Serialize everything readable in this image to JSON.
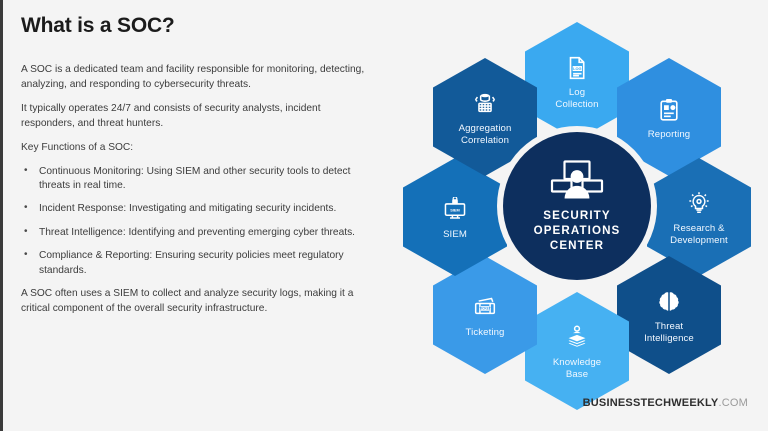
{
  "page": {
    "background": "#f4f4f4",
    "title": "What is a SOC?"
  },
  "article": {
    "paragraphs": [
      "A SOC is a dedicated team and facility responsible for monitoring, detecting, analyzing, and responding to cybersecurity threats.",
      "It typically operates 24/7 and consists of security analysts, incident responders, and threat hunters."
    ],
    "key_functions_heading": "Key Functions of a SOC:",
    "key_functions": [
      "Continuous Monitoring: Using SIEM and other security tools to detect threats in real time.",
      "Incident Response: Investigating and mitigating security incidents.",
      "Threat Intelligence: Identifying and preventing emerging cyber threats.",
      "Compliance & Reporting: Ensuring security policies meet regulatory standards."
    ],
    "closing_paragraph": "A SOC often uses a SIEM to collect and analyze security logs, making it a critical component of the overall security infrastructure."
  },
  "diagram": {
    "center": {
      "label": "SECURITY OPERATIONS CENTER",
      "line1": "SECURITY",
      "line2": "OPERATIONS",
      "line3": "CENTER",
      "icon": "analyst-at-monitors-icon",
      "color": "#0d2f5e"
    },
    "nodes": [
      {
        "id": "log-collection",
        "label_line1": "Log",
        "label_line2": "Collection",
        "icon": "log-document-icon",
        "color": "#3aa9f0",
        "position": "top"
      },
      {
        "id": "reporting",
        "label_line1": "Reporting",
        "label_line2": "",
        "icon": "clipboard-report-icon",
        "color": "#2f8fe0",
        "position": "top-right"
      },
      {
        "id": "research-development",
        "label_line1": "Research &",
        "label_line2": "Development",
        "icon": "lightbulb-gear-icon",
        "color": "#1a6fb5",
        "position": "right"
      },
      {
        "id": "threat-intelligence",
        "label_line1": "Threat",
        "label_line2": "Intelligence",
        "icon": "brain-circuit-icon",
        "color": "#0f4f8a",
        "position": "bottom-right"
      },
      {
        "id": "knowledge-base",
        "label_line1": "Knowledge",
        "label_line2": "Base",
        "icon": "stacked-books-icon",
        "color": "#46b1f2",
        "position": "bottom"
      },
      {
        "id": "ticketing",
        "label_line1": "Ticketing",
        "label_line2": "",
        "icon": "ticket-icon",
        "color": "#3a9ae8",
        "position": "bottom-left"
      },
      {
        "id": "siem",
        "label_line1": "SIEM",
        "label_line2": "",
        "icon": "monitor-lock-siem-icon",
        "color": "#1470b8",
        "position": "left"
      },
      {
        "id": "aggregation-correlation",
        "label_line1": "Aggregation",
        "label_line2": "Correlation",
        "icon": "data-aggregation-icon",
        "color": "#125a99",
        "position": "top-left"
      }
    ]
  },
  "footer": {
    "brand_strong": "BUSINESSTECHWEEKLY",
    "brand_light": ".COM"
  }
}
